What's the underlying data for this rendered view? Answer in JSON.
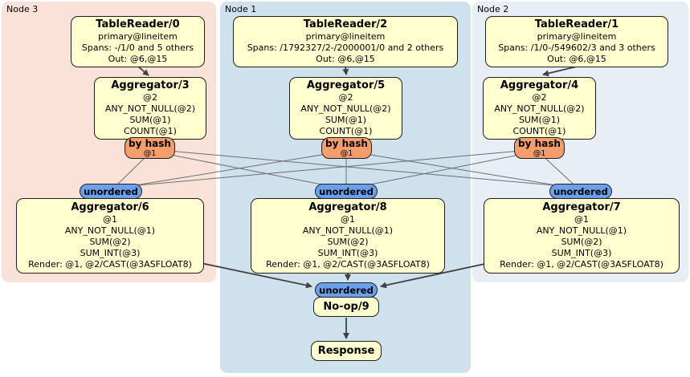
{
  "regions": [
    {
      "id": "node3",
      "label": "Node 3"
    },
    {
      "id": "node1",
      "label": "Node 1"
    },
    {
      "id": "node2",
      "label": "Node 2"
    }
  ],
  "processors": {
    "tablereader0": {
      "title": "TableReader/0",
      "lines": [
        "primary@lineitem",
        "Spans: -/1/0 and 5 others",
        "Out: @6,@15"
      ]
    },
    "tablereader2": {
      "title": "TableReader/2",
      "lines": [
        "primary@lineitem",
        "Spans: /1792327/2-/2000001/0 and 2 others",
        "Out: @6,@15"
      ]
    },
    "tablereader1": {
      "title": "TableReader/1",
      "lines": [
        "primary@lineitem",
        "Spans: /1/0-/549602/3 and 3 others",
        "Out: @6,@15"
      ]
    },
    "aggregator3": {
      "title": "Aggregator/3",
      "lines": [
        "@2",
        "ANY_NOT_NULL(@2)",
        "SUM(@1)",
        "COUNT(@1)"
      ]
    },
    "aggregator5": {
      "title": "Aggregator/5",
      "lines": [
        "@2",
        "ANY_NOT_NULL(@2)",
        "SUM(@1)",
        "COUNT(@1)"
      ]
    },
    "aggregator4": {
      "title": "Aggregator/4",
      "lines": [
        "@2",
        "ANY_NOT_NULL(@2)",
        "SUM(@1)",
        "COUNT(@1)"
      ]
    },
    "aggregator6": {
      "title": "Aggregator/6",
      "lines": [
        "@1",
        "ANY_NOT_NULL(@1)",
        "SUM(@2)",
        "SUM_INT(@3)",
        "Render: @1, @2/CAST(@3ASFLOAT8)"
      ]
    },
    "aggregator8": {
      "title": "Aggregator/8",
      "lines": [
        "@1",
        "ANY_NOT_NULL(@1)",
        "SUM(@2)",
        "SUM_INT(@3)",
        "Render: @1, @2/CAST(@3ASFLOAT8)"
      ]
    },
    "aggregator7": {
      "title": "Aggregator/7",
      "lines": [
        "@1",
        "ANY_NOT_NULL(@1)",
        "SUM(@2)",
        "SUM_INT(@3)",
        "Render: @1, @2/CAST(@3ASFLOAT8)"
      ]
    },
    "noop9": {
      "title": "No-op/9"
    },
    "response": {
      "title": "Response"
    }
  },
  "router": {
    "label": "by hash",
    "detail": "@1"
  },
  "sync": {
    "label": "unordered"
  },
  "colors": {
    "node3_bg": "#fbe2d9",
    "node1_bg": "#cfe1ec",
    "node2_bg": "#e8eef6",
    "box_fill": "#ffffcf",
    "box_border": "#1f1f1f",
    "router_fill": "#f49e6d",
    "sync_fill": "#6ba0ea",
    "edge": "#404040",
    "stream_edge": "#6e6e6e"
  }
}
